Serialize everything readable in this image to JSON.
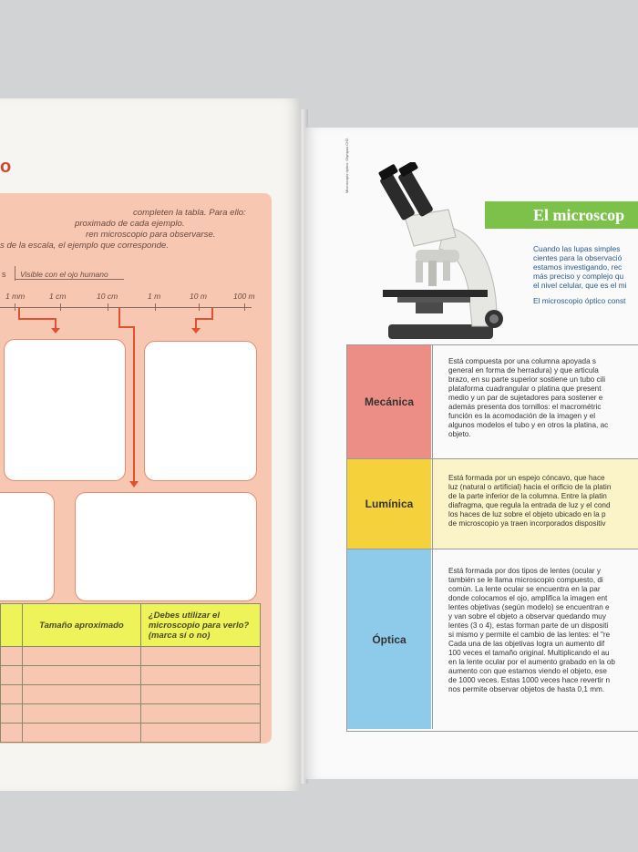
{
  "left": {
    "heading": "o",
    "instructions": [
      "completen la tabla. Para ello:",
      "proximado de cada ejemplo.",
      "ren microscopio para observarse.",
      "s de la escala, el ejemplo que corresponde."
    ],
    "scale_header": "Visible con el ojo humano",
    "scale_ticks": [
      "1 mm",
      "1 cm",
      "10 cm",
      "1 m",
      "10 m",
      "100 m"
    ],
    "table": {
      "col_size": "Tamaño aproximado",
      "col_micro": "¿Debes utilizar el microscopio para verlo? (marca sí o no)"
    }
  },
  "right": {
    "credit": "Microscopio óptico. Olympus CH2.",
    "title": "El microscop",
    "intro_lines": [
      "Cuando las lupas simples",
      "cientes para la observació",
      "estamos investigando, rec",
      "más preciso y complejo qu",
      "el nivel celular, que es el mi"
    ],
    "intro_line2": "El microscopio óptico const",
    "rows": [
      {
        "label": "Mecánica",
        "color": "#ec8e86",
        "lines": [
          "Está compuesta por una columna apoyada s",
          "general en forma de herradura) y que articula",
          "brazo, en su parte superior sostiene un tubo cili",
          "plataforma cuadrangular o platina que present",
          "medio y un par de sujetadores para sostener e",
          "además presenta dos tornillos: el macrométric",
          "función es la acomodación de la imagen y el",
          "algunos modelos el tubo y en otros la platina, ac",
          "objeto."
        ]
      },
      {
        "label": "Lumínica",
        "color": "#f5d23b",
        "lines": [
          "Está formada por un espejo cóncavo, que hace",
          "luz (natural o artificial) hacia el orificio de la platin",
          "de la parte inferior de la columna. Entre la platin",
          "diafragma, que regula la entrada de luz y el cond",
          "los haces de luz sobre el objeto ubicado en la p",
          "de microscopio ya traen incorporados dispositiv"
        ]
      },
      {
        "label": "Óptica",
        "color": "#8ecbea",
        "lines": [
          "Está formada por dos tipos de lentes (ocular y",
          "también se le llama microscopio compuesto, di",
          "común. La lente ocular se encuentra en la par",
          "donde colocamos el ojo, amplifica la imagen ent",
          "lentes objetivas (según modelo) se encuentran e",
          "y van sobre el objeto a observar quedando muy",
          "lentes (3 o 4), estas forman parte de un dispositi",
          "si mismo y permite el cambio de las lentes: el \"re",
          "Cada una de las objetivas logra un aumento dif",
          "100 veces el tamaño original. Multiplicando el au",
          "en la lente ocular por el aumento grabado en la ob",
          "aumento con que estamos viendo el objeto, ese",
          "de 1000 veces. Estas 1000 veces hace revertir n",
          "nos permite observar objetos de hasta 0,1 mm."
        ]
      }
    ]
  }
}
